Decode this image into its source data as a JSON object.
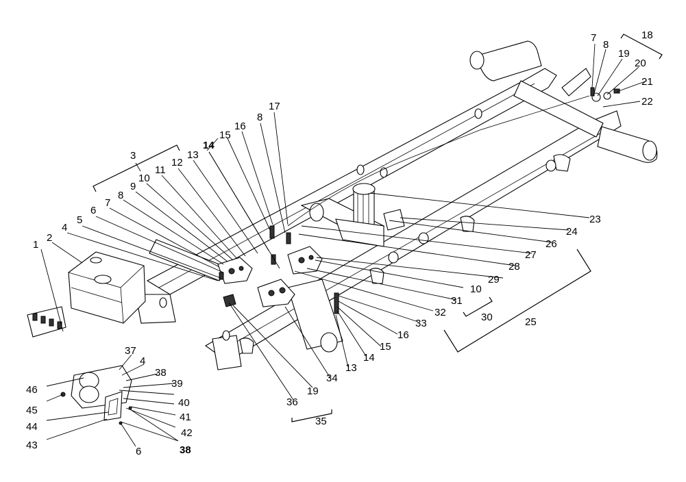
{
  "callouts": [
    {
      "id": "c1",
      "text": "1"
    },
    {
      "id": "c2",
      "text": "2"
    },
    {
      "id": "c3",
      "text": "3"
    },
    {
      "id": "c4",
      "text": "4"
    },
    {
      "id": "c5",
      "text": "5"
    },
    {
      "id": "c6",
      "text": "6"
    },
    {
      "id": "c7",
      "text": "7"
    },
    {
      "id": "c8",
      "text": "8"
    },
    {
      "id": "c9",
      "text": "9"
    },
    {
      "id": "c10",
      "text": "10"
    },
    {
      "id": "c11",
      "text": "11"
    },
    {
      "id": "c12",
      "text": "12"
    },
    {
      "id": "c13",
      "text": "13"
    },
    {
      "id": "c14",
      "text": "14"
    },
    {
      "id": "c15",
      "text": "15"
    },
    {
      "id": "c16",
      "text": "16"
    },
    {
      "id": "c8b",
      "text": "8"
    },
    {
      "id": "c17",
      "text": "17"
    },
    {
      "id": "c7b",
      "text": "7"
    },
    {
      "id": "c8c",
      "text": "8"
    },
    {
      "id": "c18",
      "text": "18"
    },
    {
      "id": "c19",
      "text": "19"
    },
    {
      "id": "c20",
      "text": "20"
    },
    {
      "id": "c21",
      "text": "21"
    },
    {
      "id": "c22",
      "text": "22"
    },
    {
      "id": "c23",
      "text": "23"
    },
    {
      "id": "c24",
      "text": "24"
    },
    {
      "id": "c26",
      "text": "26"
    },
    {
      "id": "c27",
      "text": "27"
    },
    {
      "id": "c28",
      "text": "28"
    },
    {
      "id": "c29",
      "text": "29"
    },
    {
      "id": "c10b",
      "text": "10"
    },
    {
      "id": "c31",
      "text": "31"
    },
    {
      "id": "c32",
      "text": "32"
    },
    {
      "id": "c30",
      "text": "30"
    },
    {
      "id": "c25",
      "text": "25"
    },
    {
      "id": "c33",
      "text": "33"
    },
    {
      "id": "c16b",
      "text": "16"
    },
    {
      "id": "c15b",
      "text": "15"
    },
    {
      "id": "c14b",
      "text": "14"
    },
    {
      "id": "c13b",
      "text": "13"
    },
    {
      "id": "c34",
      "text": "34"
    },
    {
      "id": "c19b",
      "text": "19"
    },
    {
      "id": "c36",
      "text": "36"
    },
    {
      "id": "c35",
      "text": "35"
    },
    {
      "id": "c37",
      "text": "37"
    },
    {
      "id": "c4b",
      "text": "4"
    },
    {
      "id": "c38",
      "text": "38"
    },
    {
      "id": "c39",
      "text": "39"
    },
    {
      "id": "c40",
      "text": "40"
    },
    {
      "id": "c41",
      "text": "41"
    },
    {
      "id": "c42",
      "text": "42"
    },
    {
      "id": "c38b",
      "text": "38"
    },
    {
      "id": "c46",
      "text": "46"
    },
    {
      "id": "c45",
      "text": "45"
    },
    {
      "id": "c44",
      "text": "44"
    },
    {
      "id": "c43",
      "text": "43"
    },
    {
      "id": "c6b",
      "text": "6"
    }
  ]
}
